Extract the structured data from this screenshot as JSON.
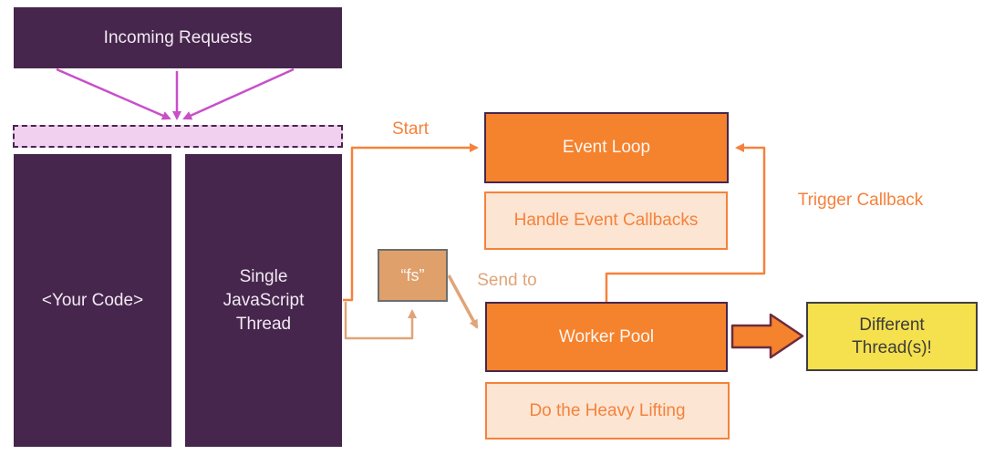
{
  "title": "Node.js single thread / event loop / worker pool diagram",
  "colors": {
    "purple": "#46264D",
    "magenta_arrow": "#C94FC9",
    "orange": "#F5822D",
    "orange_line": "#F5823C",
    "light_orange_fill": "#FCE5D3",
    "tan_fill": "#DFA06B",
    "tan_line": "#E0A478",
    "pink_queue_fill": "#F0D0EE",
    "yellow_fill": "#F5E04D",
    "block_arrow_border": "#6A2C3E",
    "dark_text": "#3C3C3C"
  },
  "nodes": {
    "incoming_requests": "Incoming Requests",
    "your_code": "<Your Code>",
    "single_js_thread": "Single\nJavaScript\nThread",
    "event_loop": "Event Loop",
    "handle_event_callbacks": "Handle Event Callbacks",
    "fs_module": "“fs”",
    "worker_pool": "Worker Pool",
    "do_the_heavy_lifting": "Do the Heavy Lifting",
    "different_threads": "Different\nThread(s)!"
  },
  "edges": [
    {
      "from": "single_js_thread",
      "to": "event_loop",
      "label": "Start"
    },
    {
      "from": "fs_module",
      "to": "worker_pool",
      "label": "Send to"
    },
    {
      "from": "worker_pool",
      "to": "event_loop",
      "label": "Trigger Callback"
    },
    {
      "from": "incoming_requests",
      "to": "request_queue",
      "label": ""
    },
    {
      "from": "single_js_thread",
      "to": "fs_module",
      "label": ""
    },
    {
      "from": "worker_pool",
      "to": "different_threads",
      "label": ""
    }
  ]
}
